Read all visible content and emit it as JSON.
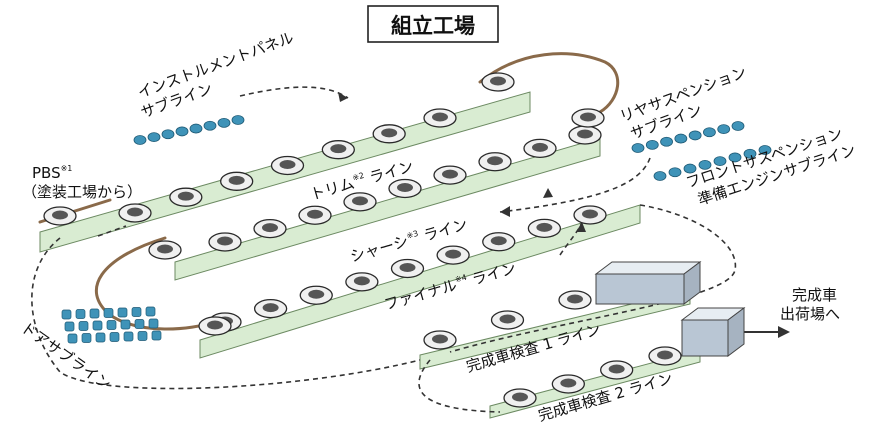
{
  "title": "組立工場",
  "labels": {
    "instrument_panel": "インストルメントパネル",
    "instrument_panel_2": "サブライン",
    "pbs_main": "PBS",
    "pbs_note": "※1",
    "pbs_from": "（塗装工場から）",
    "trim_a": "トリム",
    "trim_note": "※2",
    "trim_b": " ライン",
    "rear_susp": "リヤサスペンション",
    "rear_susp_2": "サブライン",
    "front_susp": "フロントサスペンション",
    "front_susp_2": "準備エンジンサブライン",
    "chassis_a": "シャーシ",
    "chassis_note": "※3",
    "chassis_b": " ライン",
    "final_a": "ファイナル",
    "final_note": "※4",
    "final_b": " ライン",
    "door_sub": "ドアサブライン",
    "inspection_1": "完成車検査 1 ライン",
    "inspection_2": "完成車検査 2 ライン",
    "done_1": "完成車",
    "done_2": "出荷場へ"
  },
  "colors": {
    "line_fill": "#d9ecd2",
    "line_stroke": "#6c8a62",
    "conveyor": "#8a6a4a",
    "car_fill": "#f0f0f0",
    "car_stroke": "#2a2a2a",
    "sub_part": "#3f93b8",
    "booth_fill": "#b9c6d4",
    "flow_arrow": "#333333"
  }
}
